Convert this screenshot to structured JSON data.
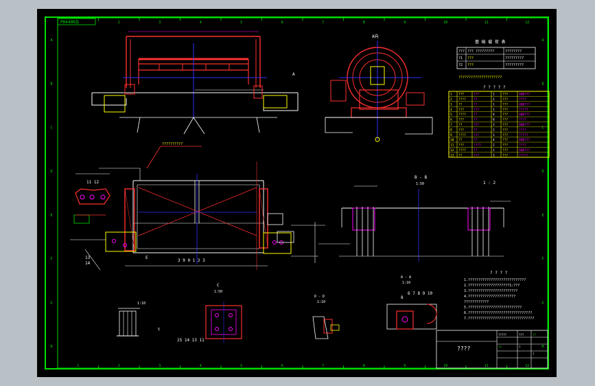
{
  "sheet": {
    "stamp": "PH4400Z",
    "zone_cols": [
      "1",
      "2",
      "3",
      "4",
      "5",
      "6",
      "7",
      "8",
      "9",
      "10",
      "11",
      "12"
    ],
    "zone_rows": [
      "A",
      "B",
      "C",
      "D",
      "E",
      "F",
      "G",
      "H"
    ]
  },
  "labels": {
    "top_elev_mark": "A",
    "top_right_view": "A向",
    "mid_dims": "3 9 0 1 2 3",
    "elev_left": "E",
    "bb_title": "B - B",
    "bb_scale": "1:50",
    "dim_12": "1 : 2",
    "parts_1112": "11  12",
    "parts_13": "13",
    "parts_14": "14",
    "bottom_c": "C",
    "bottom_c_scale": "1:50",
    "bottom_c_parts": "15  14  13  11",
    "detail_d": "D - D",
    "detail_d_scale": "1:10",
    "detail_a": "A - A",
    "detail_a_scale": "1:10",
    "detail_a_parts": "6  7  8  9  10",
    "detail_a_ref": "8",
    "small_label": "1:10",
    "plan_mark": "?????????????",
    "header_top": "???????????",
    "callout_top": "??????????",
    "bottom_left_part": "5"
  },
  "spec_table": {
    "title": "基 础 载 荷 表",
    "rows": [
      [
        "???",
        "???  ?????????",
        "????????"
      ],
      [
        "?1",
        "???",
        "?????????"
      ],
      [
        "?2",
        "???",
        "?????????"
      ]
    ],
    "footer": "?????????????????????"
  },
  "parts_table": {
    "title": "? ? ? ? ?",
    "rows": [
      [
        "1",
        "???",
        "???",
        "1",
        "???",
        "ABB???"
      ],
      [
        "2",
        "????",
        "??",
        "2",
        "???",
        "????"
      ],
      [
        "3",
        "??",
        "??",
        "1",
        "???",
        "ABB???"
      ],
      [
        "4",
        "???",
        "???",
        "1",
        "???",
        "?????"
      ],
      [
        "5",
        "????",
        "??",
        "4",
        "???",
        "ABB???"
      ],
      [
        "6",
        "???",
        "??",
        "8",
        "???",
        "????"
      ],
      [
        "7",
        "??",
        "???",
        "2",
        "???",
        "ABB???"
      ],
      [
        "8",
        "???",
        "??",
        "2",
        "???",
        "????"
      ],
      [
        "9",
        "????",
        "???",
        "1",
        "???",
        "?????"
      ],
      [
        "10",
        "??",
        "??",
        "4",
        "???",
        "ABB???"
      ],
      [
        "11",
        "???",
        "????",
        "2",
        "???",
        "????"
      ],
      [
        "12",
        "????",
        "??",
        "1",
        "???",
        "ABB???"
      ],
      [
        "13",
        "??",
        "???",
        "3",
        "???",
        "?????"
      ]
    ]
  },
  "notes": {
    "title": "? ? ? ?",
    "items": [
      "1.????????????????????????????",
      "2.????????????????????1:???",
      "3.????????????????????????",
      "4.???????????????????????",
      "  ????????????",
      "5.??????????????????????????",
      "6.???????????????????????????????",
      "7.????????????????????????????????"
    ]
  },
  "title_block": {
    "drawing_name": "????",
    "fields": [
      "?????",
      "???",
      "??",
      "??",
      "?",
      "?"
    ]
  }
}
